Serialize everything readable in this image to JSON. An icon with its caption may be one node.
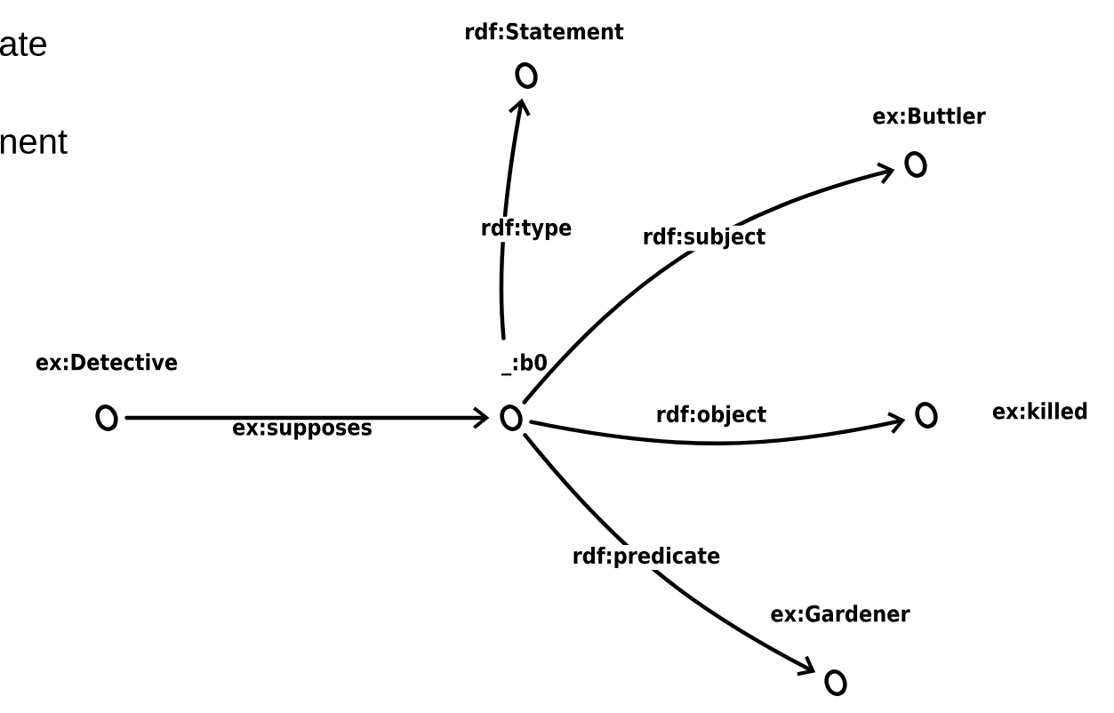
{
  "diagram": {
    "nodes": [
      {
        "text": [
          "rdf:Statement"
        ]
      },
      {
        "text": [
          "ex:Buttler"
        ]
      },
      {
        "text": [
          "ex:Detective"
        ]
      },
      {
        "text": [
          "_:b0"
        ]
      },
      {
        "text": [
          "ex:killed"
        ]
      },
      {
        "text": [
          "ex:Gardener"
        ]
      }
    ],
    "edges": [
      {
        "from": 3,
        "to": 0,
        "arrow": "to",
        "label": "rdf:type"
      },
      {
        "from": 3,
        "to": 1,
        "arrow": "to",
        "label": "rdf:subject"
      },
      {
        "from": 2,
        "to": 3,
        "arrow": "to",
        "label": "ex:supposes"
      },
      {
        "from": 3,
        "to": 4,
        "arrow": "to",
        "label": "rdf:object"
      },
      {
        "from": 3,
        "to": 5,
        "arrow": "to",
        "label": "rdf:predicate"
      }
    ],
    "labels": [
      "ate",
      "nent"
    ]
  }
}
